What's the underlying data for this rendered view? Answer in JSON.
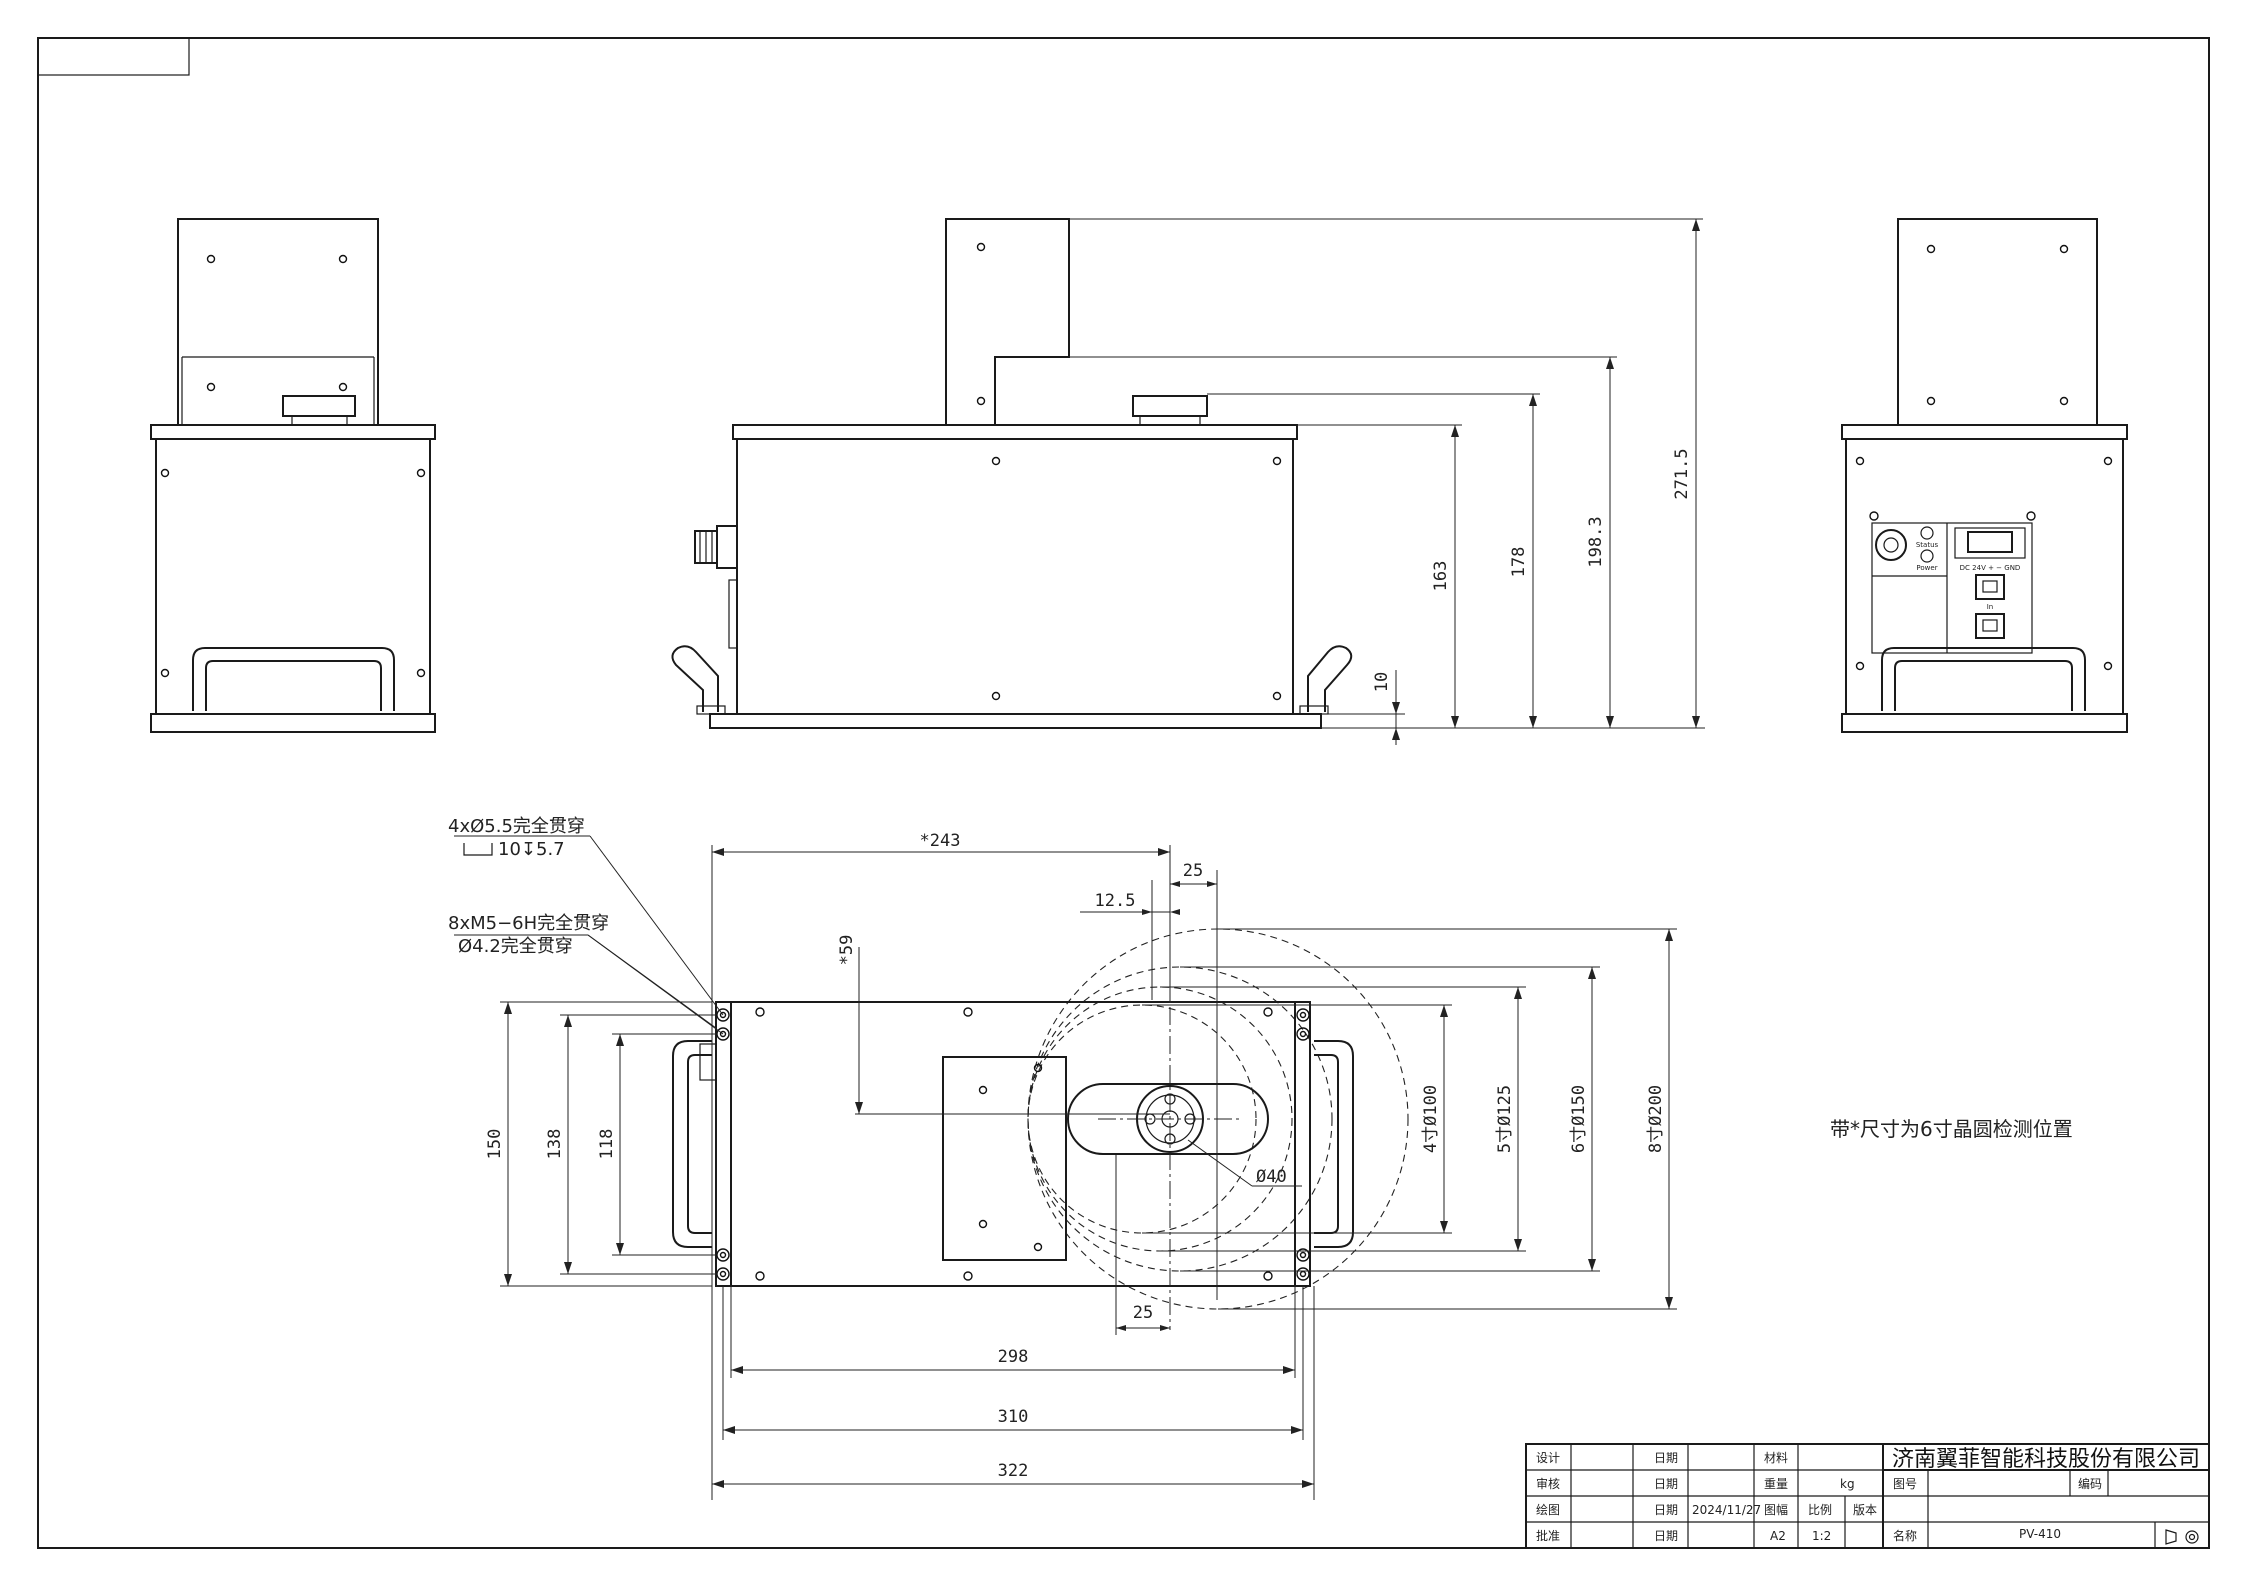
{
  "dimensions": {
    "height_163": "163",
    "height_178": "178",
    "height_198": "198.3",
    "height_271": "271.5",
    "base_10": "10",
    "width_243": "*243",
    "offset_25_top": "25",
    "offset_12_5": "12.5",
    "offset_59": "*59",
    "width_298": "298",
    "width_310": "310",
    "width_322": "322",
    "offset_25_bottom": "25",
    "depth_150": "150",
    "depth_138": "138",
    "depth_118": "118",
    "dia_40": "Ø40",
    "wafer_4": "4寸Ø100",
    "wafer_5": "5寸Ø125",
    "wafer_6": "6寸Ø150",
    "wafer_8": "8寸Ø200"
  },
  "callouts": {
    "hole_a_line1": "4xØ5.5完全贯穿",
    "hole_a_line2": "10↧5.7",
    "hole_b_line1": "8xM5−6H完全贯穿",
    "hole_b_line2": "Ø4.2完全贯穿"
  },
  "note": "带*尺寸为6寸晶圆检测位置",
  "panel": {
    "status": "Status",
    "power": "Power",
    "dc": "DC 24V + − GND",
    "in": "In"
  },
  "title_block": {
    "company": "济南翼菲智能科技股份有限公司",
    "design": "设计",
    "review": "审核",
    "draw": "绘图",
    "approve": "批准",
    "date": "日期",
    "date_value": "2024/11/27",
    "material": "材料",
    "weight": "重量",
    "weight_unit": "kg",
    "sheet_size": "图幅",
    "sheet_value": "A2",
    "scale": "比例",
    "scale_value": "1:2",
    "version": "版本",
    "drawing_no": "图号",
    "code": "编码",
    "name": "名称",
    "name_value": "PV-410"
  }
}
